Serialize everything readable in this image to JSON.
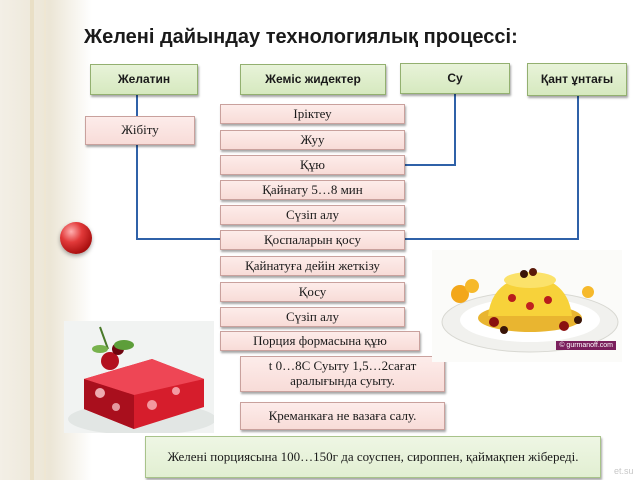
{
  "title": "Желені дайындау технологиялық процессі:",
  "headers": {
    "gelatin": "Желатин",
    "fruit_juice": "Жеміс жидектер",
    "water": "Су",
    "sugar": "Қант ұнтағы"
  },
  "side_step": "Жібіту",
  "steps": [
    "Іріктеу",
    "Жуу",
    "Құю",
    "Қайнату 5…8 мин",
    "Сүзіп алу",
    "Қоспаларын қосу",
    "Қайнатуға дейін жеткізу",
    "Қосу",
    "Сүзіп алу",
    "Порция формасына құю",
    "t 0…8С Суыту 1,5…2сағат аралығында суыту.",
    "Креманкаға не вазаға салу."
  ],
  "final_note": "Желені порциясына 100…150г да соуспен, сироппен, қаймақпен жібереді.",
  "photo_credit": "© gurmanoff.com",
  "watermark": "et.su",
  "colors": {
    "header_fill": "#d6e9bf",
    "step_fill": "#f8dcd8",
    "connector": "#2f61a8",
    "accent_ball": "#d42424"
  }
}
